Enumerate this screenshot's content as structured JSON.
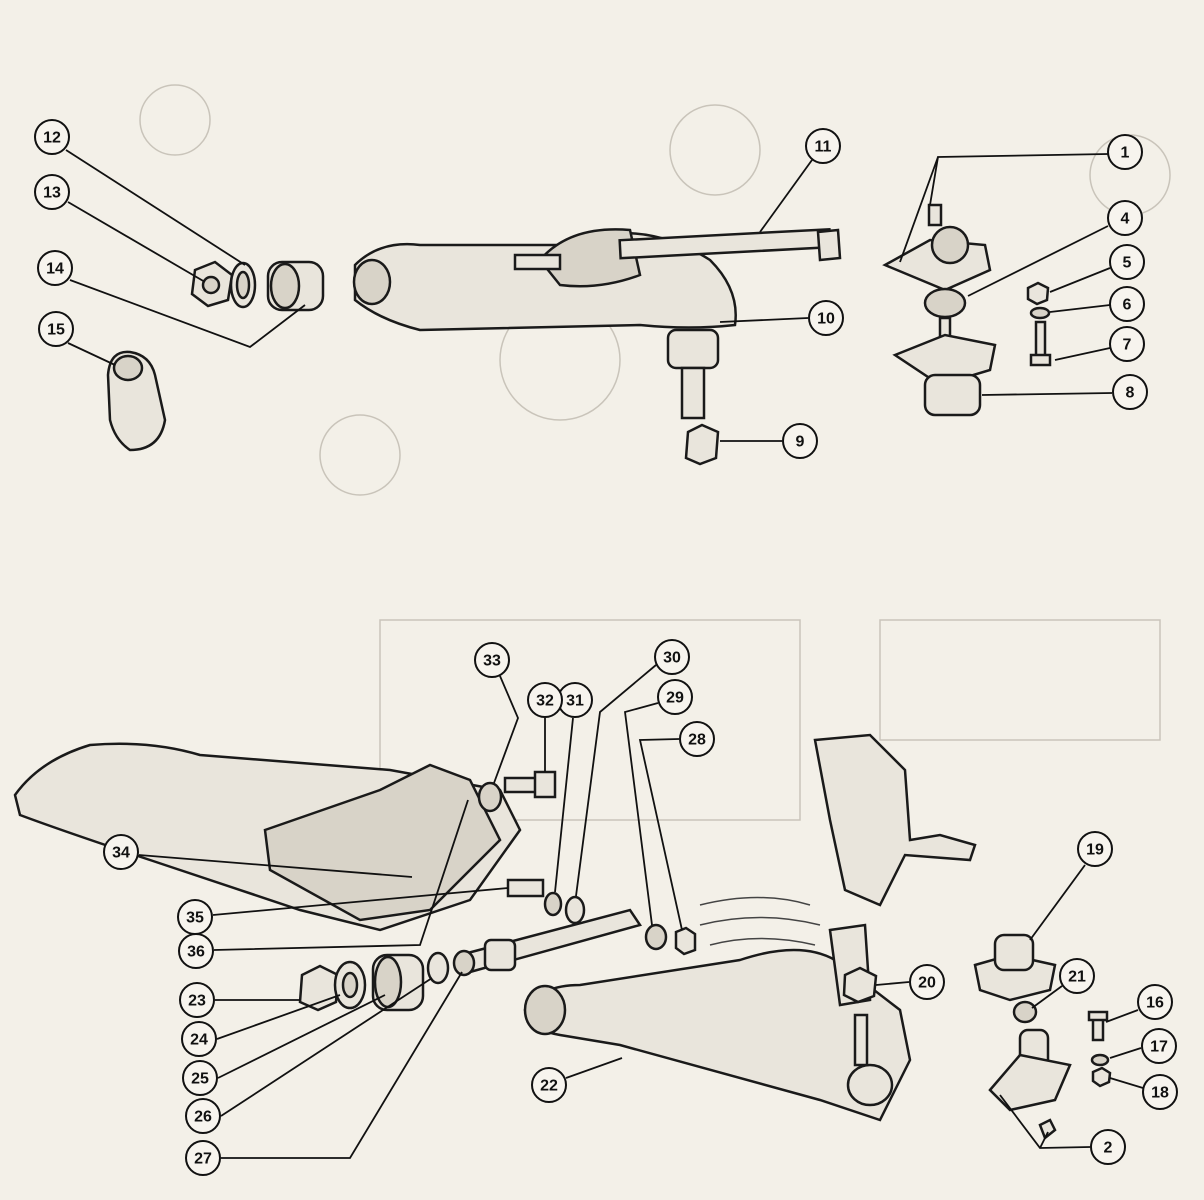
{
  "diagram": {
    "type": "exploded-parts-view",
    "sections": [
      {
        "name": "upper-control-arm",
        "callouts": [
          "1",
          "4",
          "5",
          "6",
          "7",
          "8",
          "9",
          "10",
          "11",
          "12",
          "13",
          "14",
          "15"
        ]
      },
      {
        "name": "lower-control-arm",
        "callouts": [
          "2",
          "16",
          "17",
          "18",
          "19",
          "20",
          "21",
          "22",
          "23",
          "24",
          "25",
          "26",
          "27",
          "28",
          "29",
          "30",
          "31",
          "32",
          "33",
          "34",
          "35",
          "36"
        ]
      }
    ],
    "colors": {
      "paper": "#f3f0e8",
      "ink": "#111111"
    }
  }
}
